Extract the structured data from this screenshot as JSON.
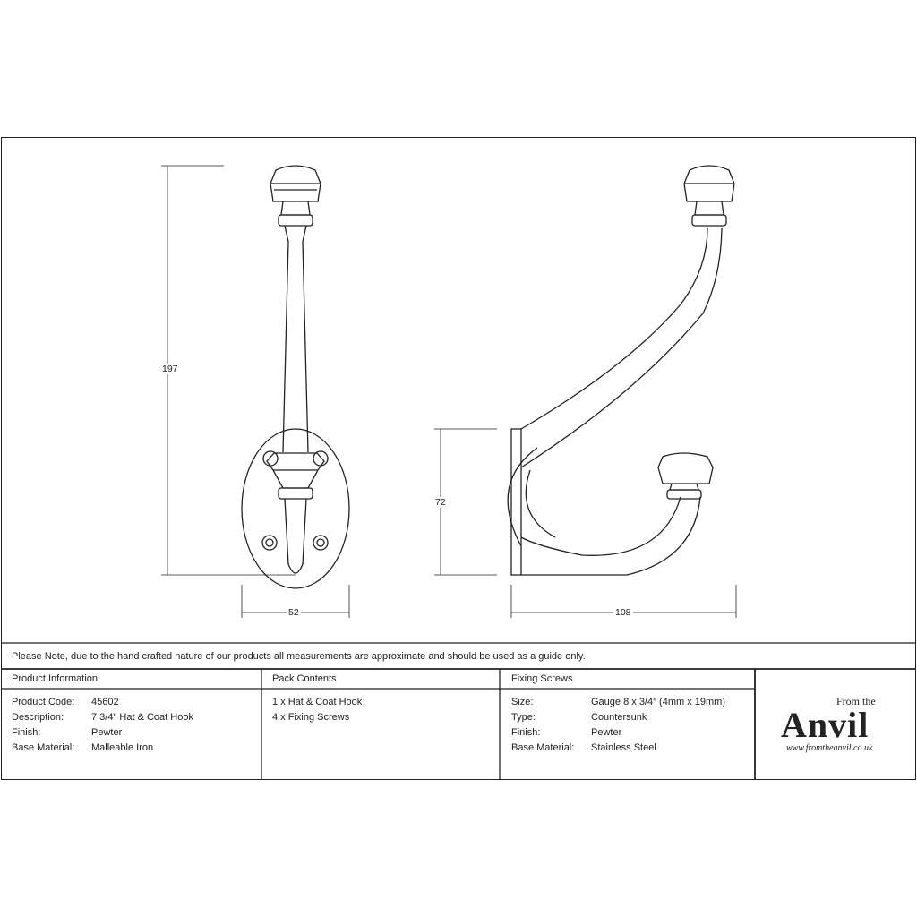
{
  "dimensions": {
    "height": "197",
    "width_front": "52",
    "plate_height": "72",
    "projection": "108"
  },
  "note": "Please Note, due to the hand crafted nature of our products all measurements are approximate and should be used as a guide only.",
  "product_info": {
    "heading": "Product Information",
    "rows": [
      {
        "label": "Product Code:",
        "value": "45602"
      },
      {
        "label": "Description:",
        "value": "7 3/4″ Hat & Coat Hook"
      },
      {
        "label": "Finish:",
        "value": "Pewter"
      },
      {
        "label": "Base Material:",
        "value": "Malleable Iron"
      }
    ]
  },
  "pack_contents": {
    "heading": "Pack Contents",
    "items": [
      "1 x Hat & Coat Hook",
      "4 x Fixing Screws"
    ]
  },
  "fixing_screws": {
    "heading": "Fixing Screws",
    "rows": [
      {
        "label": "Size:",
        "value": "Gauge 8 x 3/4″ (4mm x 19mm)"
      },
      {
        "label": "Type:",
        "value": "Countersunk"
      },
      {
        "label": "Finish:",
        "value": "Pewter"
      },
      {
        "label": "Base Material:",
        "value": "Stainless Steel"
      }
    ]
  },
  "logo": {
    "from_the": "From the",
    "brand": "Anvil",
    "url": "www.fromtheanvil.co.uk"
  }
}
